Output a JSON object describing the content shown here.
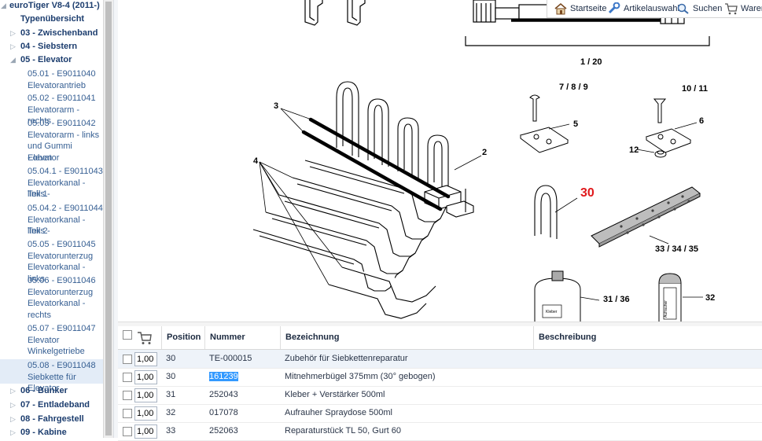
{
  "tree": {
    "root": "euroTiger V8-4 (2011-)",
    "typenuebersicht": "Typenübersicht",
    "categories": {
      "c03": "03 - Zwischenband",
      "c04": "04 - Siebstern",
      "c05": "05 - Elevator",
      "c06": "06 - Bunker",
      "c07": "07 - Entladeband",
      "c08": "08 - Fahrgestell",
      "c09": "09 - Kabine"
    },
    "elevator_items": [
      [
        "05.01 - E9011040",
        "Elevatorantrieb"
      ],
      [
        "05.02 - E9011041",
        "Elevatorarm - rechts"
      ],
      [
        "05.03 - E9011042",
        "Elevatorarm - links",
        "und Gummi Elevator",
        "- oben"
      ],
      [
        "05.04.1 - E9011043",
        "Elevatorkanal - links -",
        "Teil 1"
      ],
      [
        "05.04.2 - E9011044",
        "Elevatorkanal - links -",
        "Teil 2"
      ],
      [
        "05.05 - E9011045",
        "Elevatorunterzug",
        "Elevatorkanal - links"
      ],
      [
        "05.06 - E9011046",
        "Elevatorunterzug",
        "Elevatorkanal -",
        "rechts"
      ],
      [
        "05.07 - E9011047",
        "Elevator",
        "Winkelgetriebe"
      ],
      [
        "05.08 - E9011048",
        "Siebkette für Elevator"
      ]
    ]
  },
  "toolbar": {
    "home": "Startseite",
    "article": "Artikelauswahl",
    "search": "Suchen",
    "cart": "Warenk"
  },
  "drawing": {
    "labels": {
      "l1_20": "1 / 20",
      "l3": "3",
      "l2": "2",
      "l4": "4",
      "l7_8_9": "7 / 8 / 9",
      "l5": "5",
      "l10_11": "10 / 11",
      "l6": "6",
      "l12": "12",
      "l30": "30",
      "l33_34_35": "33 / 34 / 35",
      "l31_36": "31 / 36",
      "l32": "32",
      "can_text": "Kleber",
      "spray_text": "Aufrauher"
    },
    "highlight_color": "#e0191c"
  },
  "grid": {
    "headers": {
      "position": "Position",
      "nummer": "Nummer",
      "bezeichnung": "Bezeichnung",
      "beschreibung": "Beschreibung"
    },
    "rows": [
      {
        "qty": "1,00",
        "position": "30",
        "nummer": "TE-000015",
        "bezeichnung": "Zubehör für Siebkettenreparatur",
        "beschreibung": ""
      },
      {
        "qty": "1,00",
        "position": "30",
        "nummer": "161239",
        "bezeichnung": "Mitnehmerbügel 375mm (30° gebogen)",
        "beschreibung": ""
      },
      {
        "qty": "1,00",
        "position": "31",
        "nummer": "252043",
        "bezeichnung": "Kleber + Verstärker 500ml",
        "beschreibung": ""
      },
      {
        "qty": "1,00",
        "position": "32",
        "nummer": "017078",
        "bezeichnung": "Aufrauher Spraydose 500ml",
        "beschreibung": ""
      },
      {
        "qty": "1,00",
        "position": "33",
        "nummer": "252063",
        "bezeichnung": "Reparaturstück TL 50, Gurt 60",
        "beschreibung": ""
      }
    ]
  }
}
